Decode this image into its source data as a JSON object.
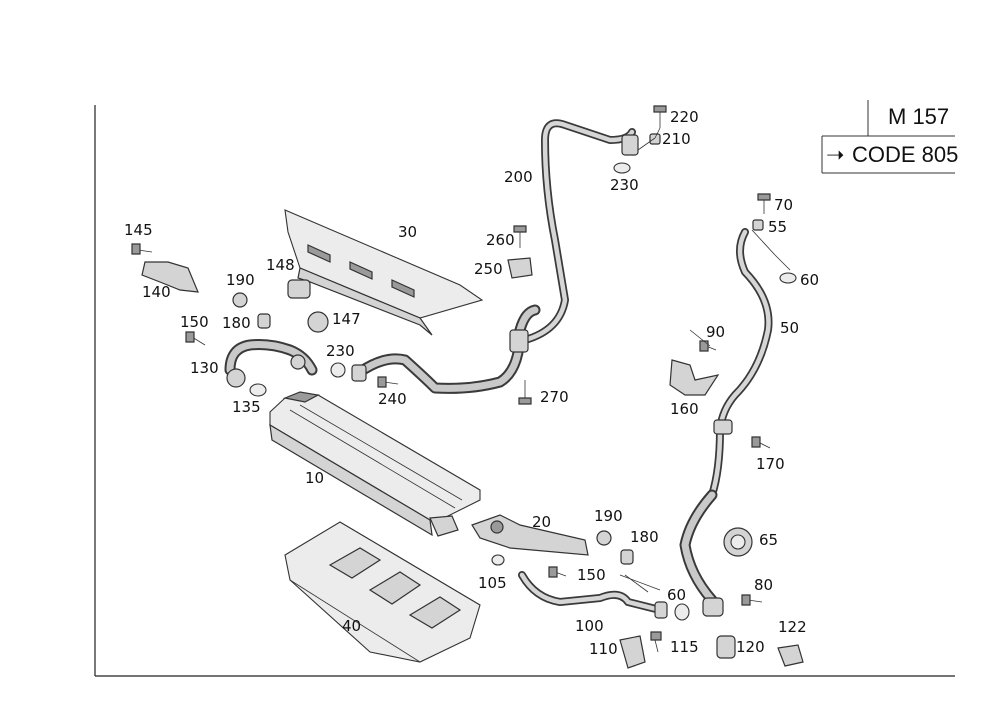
{
  "header_box": {
    "model": "M 157",
    "arrow_symbol": "➝",
    "code": "CODE 805"
  },
  "callouts": {
    "c10": "10",
    "c20": "20",
    "c30": "30",
    "c40": "40",
    "c50": "50",
    "c55": "55",
    "c60a": "60",
    "c60b": "60",
    "c65": "65",
    "c70": "70",
    "c80": "80",
    "c90": "90",
    "c100": "100",
    "c105": "105",
    "c110": "110",
    "c115": "115",
    "c120": "120",
    "c122": "122",
    "c130": "130",
    "c135": "135",
    "c140": "140",
    "c145": "145",
    "c147": "147",
    "c148": "148",
    "c150a": "150",
    "c150b": "150",
    "c160": "160",
    "c170": "170",
    "c180a": "180",
    "c180b": "180",
    "c190a": "190",
    "c190b": "190",
    "c200": "200",
    "c210": "210",
    "c220": "220",
    "c230a": "230",
    "c230b": "230",
    "c240": "240",
    "c250": "250",
    "c260": "260",
    "c270": "270"
  }
}
